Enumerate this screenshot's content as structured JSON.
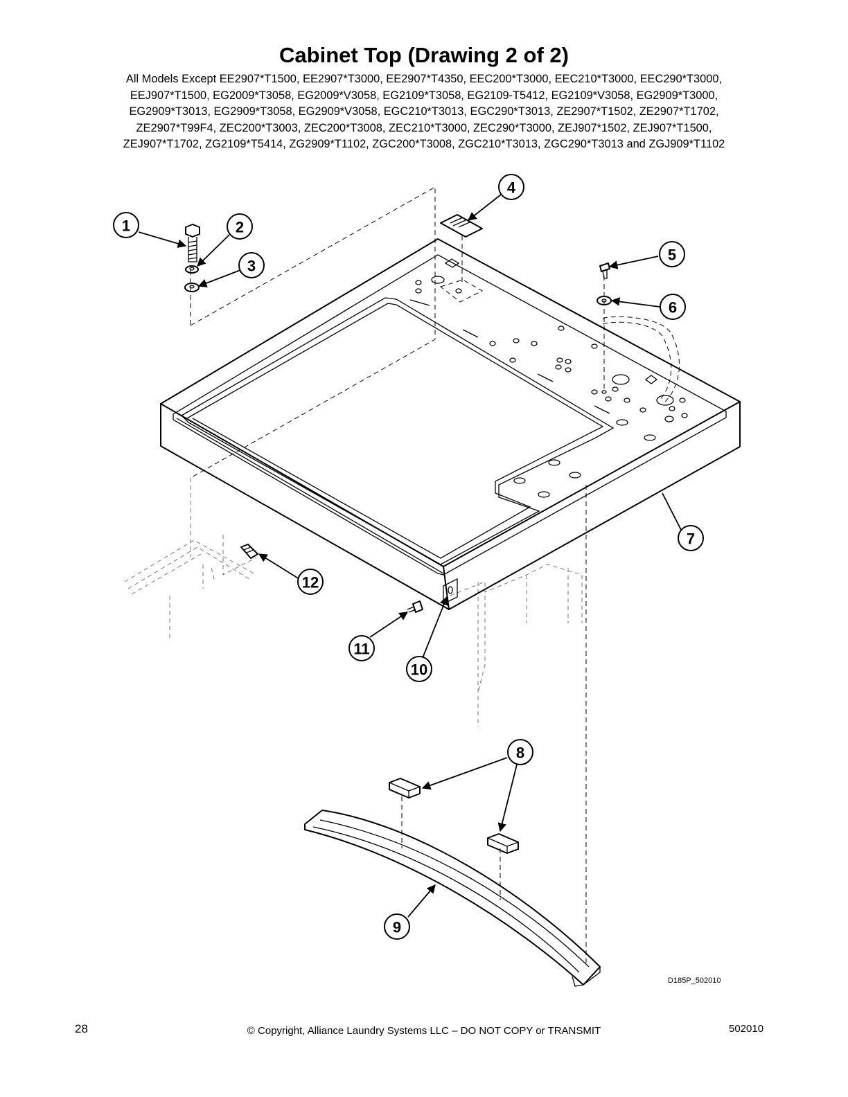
{
  "header": {
    "title": "Cabinet Top (Drawing 2 of 2)",
    "subtitle_lines": [
      "All Models Except EE2907*T1500, EE2907*T3000, EE2907*T4350, EEC200*T3000, EEC210*T3000, EEC290*T3000,",
      "EEJ907*T1500, EG2009*T3058, EG2009*V3058, EG2109*T3058, EG2109-T5412, EG2109*V3058, EG2909*T3000,",
      "EG2909*T3013, EG2909*T3058, EG2909*V3058, EGC210*T3013, EGC290*T3013, ZE2907*T1502, ZE2907*T1702,",
      "ZE2907*T99F4, ZEC200*T3003, ZEC200*T3008, ZEC210*T3000, ZEC290*T3000, ZEJ907*1502, ZEJ907*T1500,",
      "ZEJ907*T1702, ZG2109*T5414, ZG2909*T1102, ZGC200*T3008, ZGC210*T3013, ZGC290*T3013 and ZGJ909*T1102"
    ]
  },
  "callouts": [
    "1",
    "2",
    "3",
    "4",
    "5",
    "6",
    "7",
    "8",
    "9",
    "10",
    "11",
    "12"
  ],
  "drawing_id": "D185P_502010",
  "footer": {
    "page_number": "28",
    "copyright": "© Copyright, Alliance Laundry Systems LLC – DO NOT COPY or TRANSMIT",
    "doc_number": "502010"
  }
}
